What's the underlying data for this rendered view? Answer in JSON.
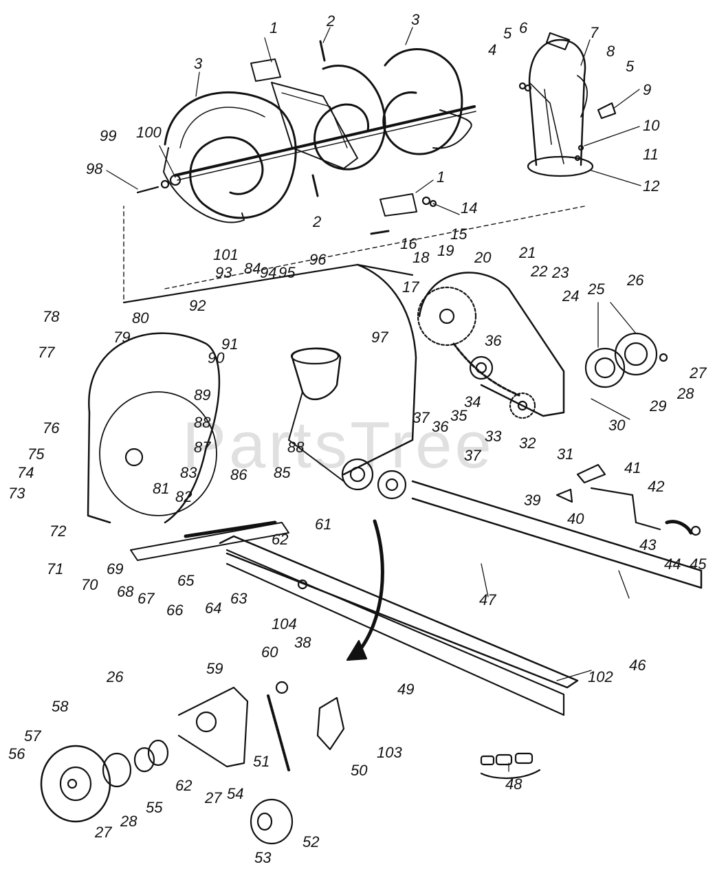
{
  "watermark": "PartsTree",
  "colors": {
    "ink": "#111111",
    "paper": "#ffffff",
    "watermark": "#bdbdbd"
  },
  "part_numbers": [
    "1",
    "2",
    "3",
    "4",
    "5",
    "6",
    "7",
    "8",
    "9",
    "10",
    "11",
    "12",
    "14",
    "15",
    "16",
    "17",
    "18",
    "19",
    "20",
    "21",
    "22",
    "23",
    "24",
    "25",
    "26",
    "27",
    "28",
    "29",
    "30",
    "31",
    "32",
    "33",
    "34",
    "35",
    "36",
    "37",
    "38",
    "39",
    "40",
    "41",
    "42",
    "43",
    "44",
    "45",
    "46",
    "47",
    "48",
    "49",
    "50",
    "51",
    "52",
    "53",
    "54",
    "55",
    "56",
    "57",
    "58",
    "59",
    "60",
    "61",
    "62",
    "63",
    "64",
    "65",
    "66",
    "67",
    "68",
    "69",
    "70",
    "71",
    "72",
    "73",
    "74",
    "75",
    "76",
    "77",
    "78",
    "79",
    "80",
    "81",
    "82",
    "83",
    "84",
    "85",
    "86",
    "87",
    "88",
    "89",
    "90",
    "91",
    "92",
    "93",
    "94",
    "95",
    "96",
    "97",
    "98",
    "99",
    "100",
    "101",
    "102",
    "103",
    "104"
  ],
  "callouts": [
    {
      "id": "1a",
      "text": "1"
    },
    {
      "id": "1b",
      "text": "1"
    },
    {
      "id": "2a",
      "text": "2"
    },
    {
      "id": "2b",
      "text": "2"
    },
    {
      "id": "3a",
      "text": "3"
    },
    {
      "id": "3b",
      "text": "3"
    },
    {
      "id": "4",
      "text": "4"
    },
    {
      "id": "5a",
      "text": "5"
    },
    {
      "id": "5b",
      "text": "5"
    },
    {
      "id": "6",
      "text": "6"
    },
    {
      "id": "7",
      "text": "7"
    },
    {
      "id": "8",
      "text": "8"
    },
    {
      "id": "9",
      "text": "9"
    },
    {
      "id": "10",
      "text": "10"
    },
    {
      "id": "11",
      "text": "11"
    },
    {
      "id": "12",
      "text": "12"
    },
    {
      "id": "14",
      "text": "14"
    },
    {
      "id": "15",
      "text": "15"
    },
    {
      "id": "16",
      "text": "16"
    },
    {
      "id": "17",
      "text": "17"
    },
    {
      "id": "18",
      "text": "18"
    },
    {
      "id": "19",
      "text": "19"
    },
    {
      "id": "20",
      "text": "20"
    },
    {
      "id": "21",
      "text": "21"
    },
    {
      "id": "22",
      "text": "22"
    },
    {
      "id": "23",
      "text": "23"
    },
    {
      "id": "24",
      "text": "24"
    },
    {
      "id": "25",
      "text": "25"
    },
    {
      "id": "26a",
      "text": "26"
    },
    {
      "id": "26b",
      "text": "26"
    },
    {
      "id": "27a",
      "text": "27"
    },
    {
      "id": "27b",
      "text": "27"
    },
    {
      "id": "27c",
      "text": "27"
    },
    {
      "id": "28a",
      "text": "28"
    },
    {
      "id": "28b",
      "text": "28"
    },
    {
      "id": "29",
      "text": "29"
    },
    {
      "id": "30",
      "text": "30"
    },
    {
      "id": "31",
      "text": "31"
    },
    {
      "id": "32",
      "text": "32"
    },
    {
      "id": "33",
      "text": "33"
    },
    {
      "id": "34",
      "text": "34"
    },
    {
      "id": "35",
      "text": "35"
    },
    {
      "id": "36a",
      "text": "36"
    },
    {
      "id": "36b",
      "text": "36"
    },
    {
      "id": "37a",
      "text": "37"
    },
    {
      "id": "37b",
      "text": "37"
    },
    {
      "id": "38",
      "text": "38"
    },
    {
      "id": "39",
      "text": "39"
    },
    {
      "id": "40",
      "text": "40"
    },
    {
      "id": "41",
      "text": "41"
    },
    {
      "id": "42",
      "text": "42"
    },
    {
      "id": "43",
      "text": "43"
    },
    {
      "id": "44",
      "text": "44"
    },
    {
      "id": "45",
      "text": "45"
    },
    {
      "id": "46",
      "text": "46"
    },
    {
      "id": "47",
      "text": "47"
    },
    {
      "id": "48",
      "text": "48"
    },
    {
      "id": "49",
      "text": "49"
    },
    {
      "id": "50",
      "text": "50"
    },
    {
      "id": "51",
      "text": "51"
    },
    {
      "id": "52",
      "text": "52"
    },
    {
      "id": "53",
      "text": "53"
    },
    {
      "id": "54",
      "text": "54"
    },
    {
      "id": "55",
      "text": "55"
    },
    {
      "id": "56",
      "text": "56"
    },
    {
      "id": "57",
      "text": "57"
    },
    {
      "id": "58",
      "text": "58"
    },
    {
      "id": "59",
      "text": "59"
    },
    {
      "id": "60",
      "text": "60"
    },
    {
      "id": "61",
      "text": "61"
    },
    {
      "id": "62a",
      "text": "62"
    },
    {
      "id": "62b",
      "text": "62"
    },
    {
      "id": "63",
      "text": "63"
    },
    {
      "id": "64",
      "text": "64"
    },
    {
      "id": "65",
      "text": "65"
    },
    {
      "id": "66",
      "text": "66"
    },
    {
      "id": "67",
      "text": "67"
    },
    {
      "id": "68",
      "text": "68"
    },
    {
      "id": "69",
      "text": "69"
    },
    {
      "id": "70",
      "text": "70"
    },
    {
      "id": "71",
      "text": "71"
    },
    {
      "id": "72",
      "text": "72"
    },
    {
      "id": "73",
      "text": "73"
    },
    {
      "id": "74",
      "text": "74"
    },
    {
      "id": "75",
      "text": "75"
    },
    {
      "id": "76",
      "text": "76"
    },
    {
      "id": "77",
      "text": "77"
    },
    {
      "id": "78",
      "text": "78"
    },
    {
      "id": "79",
      "text": "79"
    },
    {
      "id": "80",
      "text": "80"
    },
    {
      "id": "81",
      "text": "81"
    },
    {
      "id": "82",
      "text": "82"
    },
    {
      "id": "83",
      "text": "83"
    },
    {
      "id": "84",
      "text": "84"
    },
    {
      "id": "85",
      "text": "85"
    },
    {
      "id": "86",
      "text": "86"
    },
    {
      "id": "87",
      "text": "87"
    },
    {
      "id": "88a",
      "text": "88"
    },
    {
      "id": "88b",
      "text": "88"
    },
    {
      "id": "89",
      "text": "89"
    },
    {
      "id": "90",
      "text": "90"
    },
    {
      "id": "91",
      "text": "91"
    },
    {
      "id": "92",
      "text": "92"
    },
    {
      "id": "93",
      "text": "93"
    },
    {
      "id": "94",
      "text": "94"
    },
    {
      "id": "95",
      "text": "95"
    },
    {
      "id": "96",
      "text": "96"
    },
    {
      "id": "97",
      "text": "97"
    },
    {
      "id": "98",
      "text": "98"
    },
    {
      "id": "99",
      "text": "99"
    },
    {
      "id": "100",
      "text": "100"
    },
    {
      "id": "101",
      "text": "101"
    },
    {
      "id": "102",
      "text": "102"
    },
    {
      "id": "103",
      "text": "103"
    },
    {
      "id": "104",
      "text": "104"
    }
  ]
}
